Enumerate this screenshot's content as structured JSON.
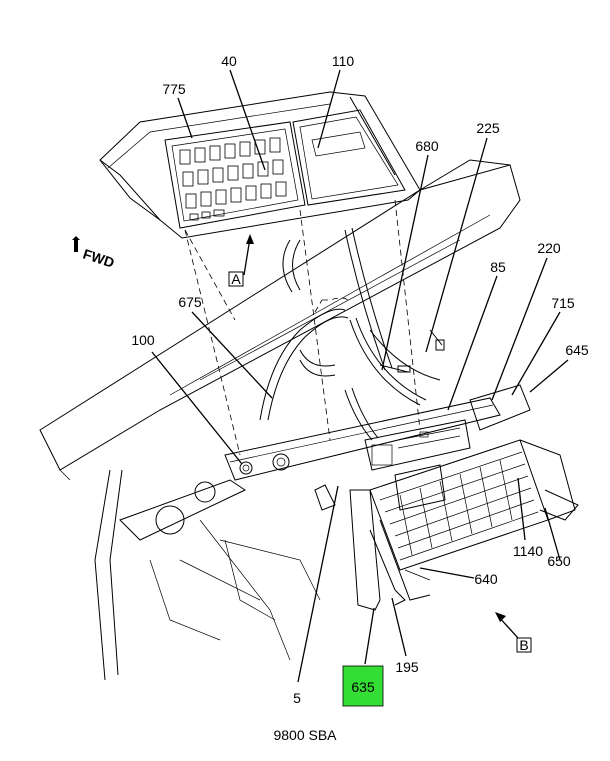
{
  "callouts": {
    "c40": "40",
    "c110": "110",
    "c775": "775",
    "c225": "225",
    "c680": "680",
    "c220": "220",
    "c85": "85",
    "c715": "715",
    "c645": "645",
    "c675": "675",
    "c100": "100",
    "c1140": "1140",
    "c650": "650",
    "c640": "640",
    "c5": "5",
    "c195": "195",
    "c635": "635"
  },
  "view_markers": {
    "a": "A",
    "b": "B"
  },
  "fwd_label": "FWD",
  "footer_label": "9800 SBA",
  "colors": {
    "highlight": "#33dd33",
    "line": "#000000"
  }
}
